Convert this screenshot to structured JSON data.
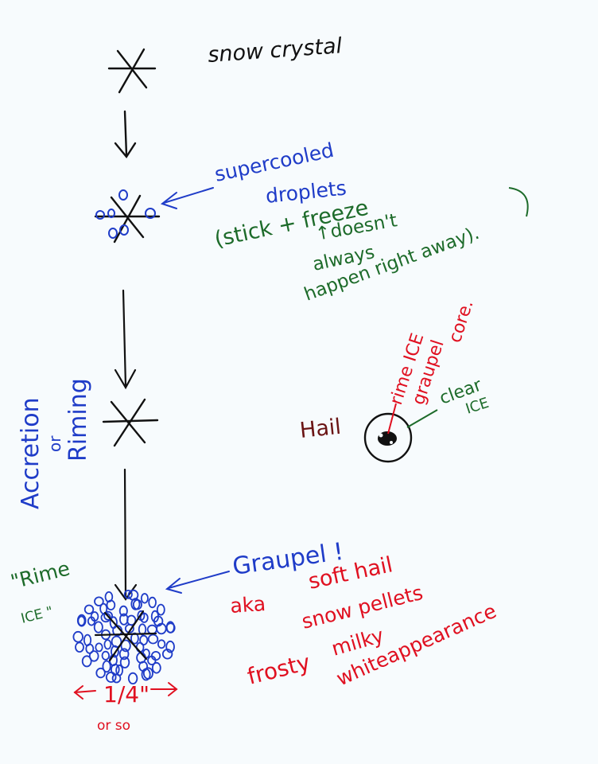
{
  "colors": {
    "ink_black": "#111111",
    "ink_blue": "#1f3cc8",
    "ink_green": "#1d6b2a",
    "ink_red": "#e01020",
    "ink_maroon": "#6a1414",
    "paper": "#f7fbfd"
  },
  "labels": {
    "snow_crystal": "snow crystal",
    "supercooled_line1": "supercooled",
    "supercooled_line2": "droplets",
    "stick_freeze": "(stick + freeze",
    "doesnt": "↑doesn't",
    "always": "always",
    "happen": "happen right away).",
    "accretion": "Accretion",
    "or": "or",
    "riming": "Riming",
    "hail": "Hail",
    "rime_ice": "rime ICE",
    "graupel": "graupel",
    "core": "core.",
    "clear": "clear",
    "clear_ice": "ICE",
    "rime_quote": "\"Rime",
    "rime_ice_quote": "ICE \"",
    "graupel_title": "Graupel !",
    "aka": "aka",
    "soft_hail": "soft hail",
    "snow_pellets": "snow pellets",
    "milky": "milky",
    "frosty": "frosty",
    "white_appearance": "whiteappearance",
    "quarter_inch": "1/4\"",
    "or_so": "or so"
  }
}
